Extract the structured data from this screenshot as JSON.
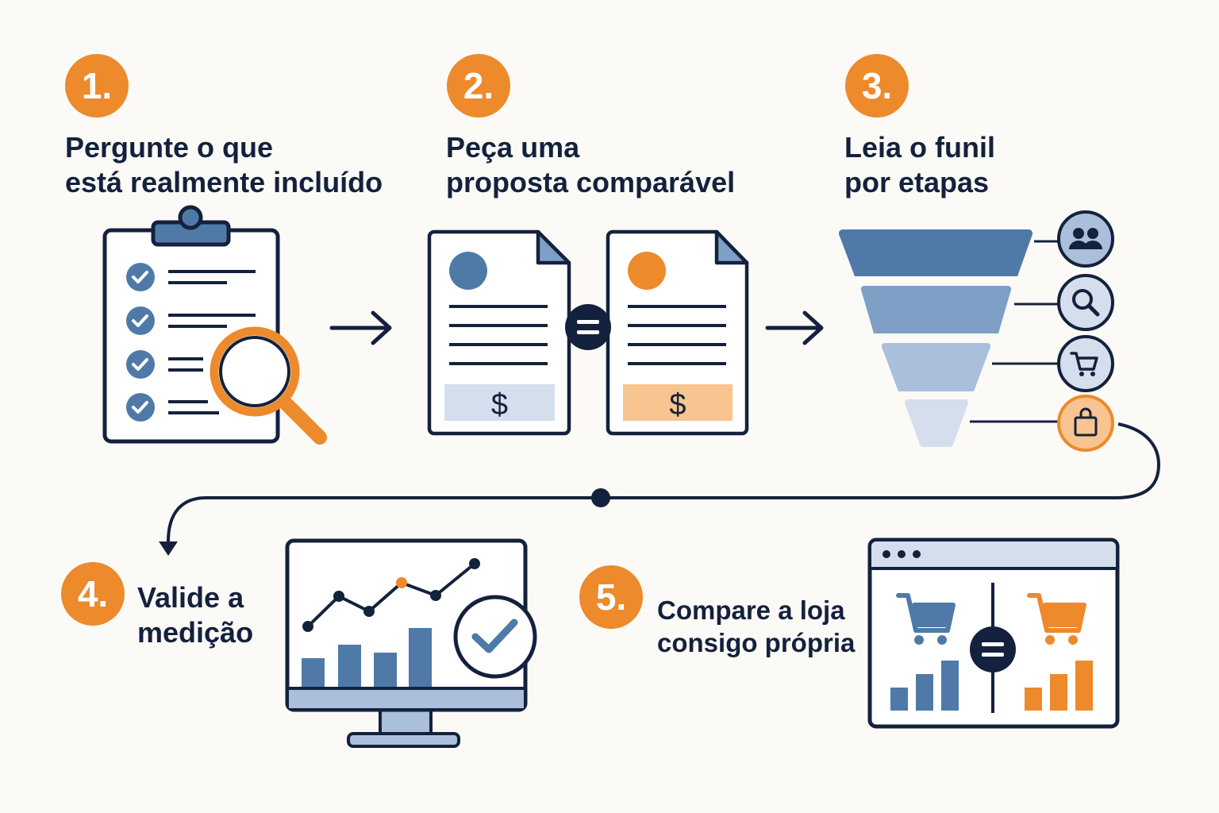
{
  "colors": {
    "navy": "#14213d",
    "blue": "#4f7aa8",
    "blue_mid": "#7e9fc6",
    "blue_light": "#a9bfdc",
    "blue_pale": "#d4deec",
    "orange": "#ec8a2c",
    "orange_light": "#f8c490",
    "background": "#fbfaf6"
  },
  "steps": [
    {
      "number": "1.",
      "title_lines": [
        "Pergunte o que",
        "está realmente incluído"
      ],
      "icon": "clipboard-checklist-magnifier-icon"
    },
    {
      "number": "2.",
      "title_lines": [
        "Peça uma",
        "proposta comparável"
      ],
      "icon": "two-proposal-documents-equal-icon"
    },
    {
      "number": "3.",
      "title_lines": [
        "Leia o funil",
        "por etapas"
      ],
      "icon": "funnel-stages-icon"
    },
    {
      "number": "4.",
      "title_lines": [
        "Valide a",
        "medição"
      ],
      "icon": "monitor-chart-check-icon"
    },
    {
      "number": "5.",
      "title_lines": [
        "Compare a loja",
        "consigo própria"
      ],
      "icon": "browser-store-comparison-icon"
    }
  ],
  "proposal_symbols": {
    "price_left": "$",
    "price_right": "$",
    "equal_sign": "="
  },
  "funnel_stage_icons": [
    "users-icon",
    "search-icon",
    "cart-icon",
    "shopping-bag-icon"
  ],
  "comparison_equal_sign": "="
}
